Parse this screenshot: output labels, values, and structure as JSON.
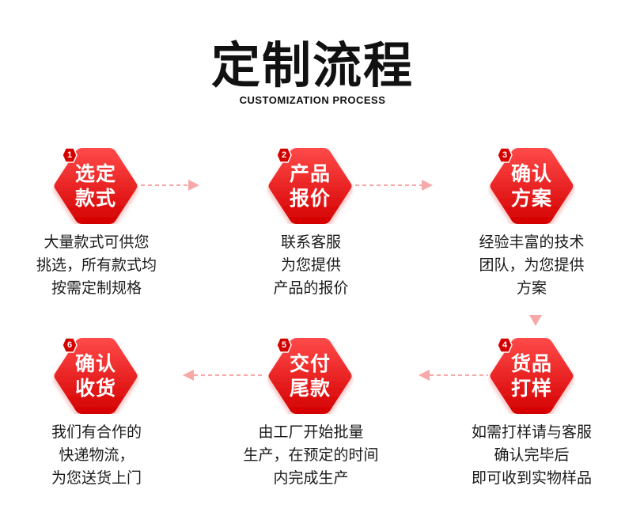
{
  "header": {
    "title": "定制流程",
    "subtitle": "CUSTOMIZATION PROCESS"
  },
  "steps": [
    {
      "number": "1",
      "title_lines": [
        "选定",
        "款式"
      ],
      "desc_lines": [
        "大量款式可供您",
        "挑选，所有款式均",
        "按需定制规格"
      ]
    },
    {
      "number": "2",
      "title_lines": [
        "产品",
        "报价"
      ],
      "desc_lines": [
        "联系客服",
        "为您提供",
        "产品的报价"
      ]
    },
    {
      "number": "3",
      "title_lines": [
        "确认",
        "方案"
      ],
      "desc_lines": [
        "经验丰富的技术",
        "团队，为您提供",
        "方案"
      ]
    },
    {
      "number": "4",
      "title_lines": [
        "货品",
        "打样"
      ],
      "desc_lines": [
        "如需打样请与客服",
        "确认完毕后",
        "即可收到实物样品"
      ]
    },
    {
      "number": "5",
      "title_lines": [
        "交付",
        "尾款"
      ],
      "desc_lines": [
        "由工厂开始批量",
        "生产，在预定的时间",
        "内完成生产"
      ]
    },
    {
      "number": "6",
      "title_lines": [
        "确认",
        "收货"
      ],
      "desc_lines": [
        "我们有合作的",
        "快递物流，",
        "为您送货上门"
      ]
    }
  ],
  "colors": {
    "hex_top": "#ff3b3b",
    "hex_bottom": "#d90000",
    "connector": "#f7a9a9",
    "text": "#1a1a1a"
  }
}
